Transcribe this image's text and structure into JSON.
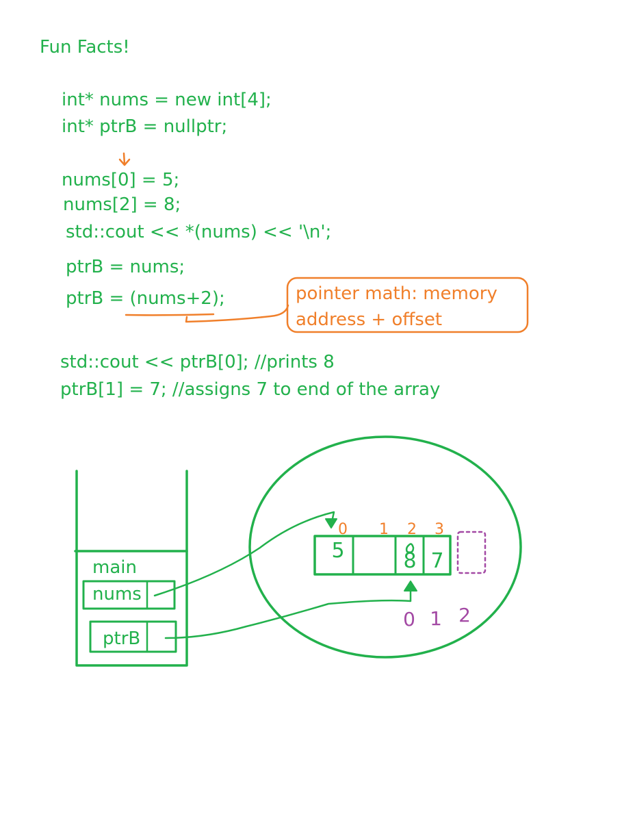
{
  "title": "Fun Facts!",
  "code_lines": [
    "int* nums = new int[4];",
    "int* ptrB = nullptr;",
    "nums[0] = 5;",
    "nums[2] = 8;",
    "std::cout << *(nums) << '\\n';",
    "ptrB = nums;",
    "ptrB = (nums+2);",
    "std::cout << ptrB[0]; //prints 8",
    "ptrB[1] = 7; //assigns 7 to end of the array"
  ],
  "annotation": {
    "line1": "pointer math: memory",
    "line2": "address + offset"
  },
  "stack": {
    "frame_label": "main",
    "vars": [
      "nums",
      "ptrB"
    ]
  },
  "heap": {
    "array_values": [
      "5",
      "",
      "8",
      "7"
    ],
    "array_indices": [
      "0",
      "1",
      "2",
      "3"
    ],
    "ptrB_indices": [
      "0",
      "1",
      "2"
    ]
  },
  "colors": {
    "green": "#22b14c",
    "orange": "#f07f2a",
    "purple": "#a349a4"
  }
}
